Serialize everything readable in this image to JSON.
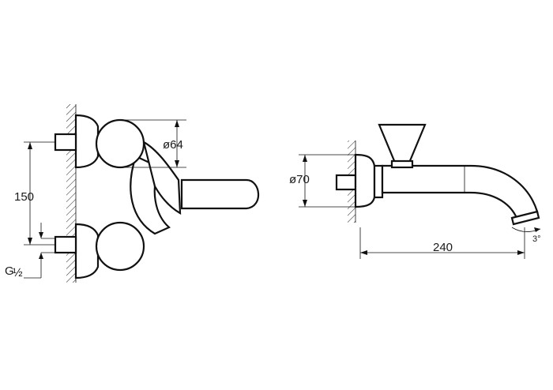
{
  "front_view": {
    "dim_diameter_handle": "ø64",
    "dim_center_distance": "150",
    "dim_thread_main": "G",
    "dim_thread_fraction": "½"
  },
  "side_view": {
    "dim_diameter_rosette": "ø70",
    "dim_spout_length": "240",
    "dim_tilt_angle": "3°"
  },
  "colors": {
    "line": "#111111",
    "background": "#ffffff"
  }
}
